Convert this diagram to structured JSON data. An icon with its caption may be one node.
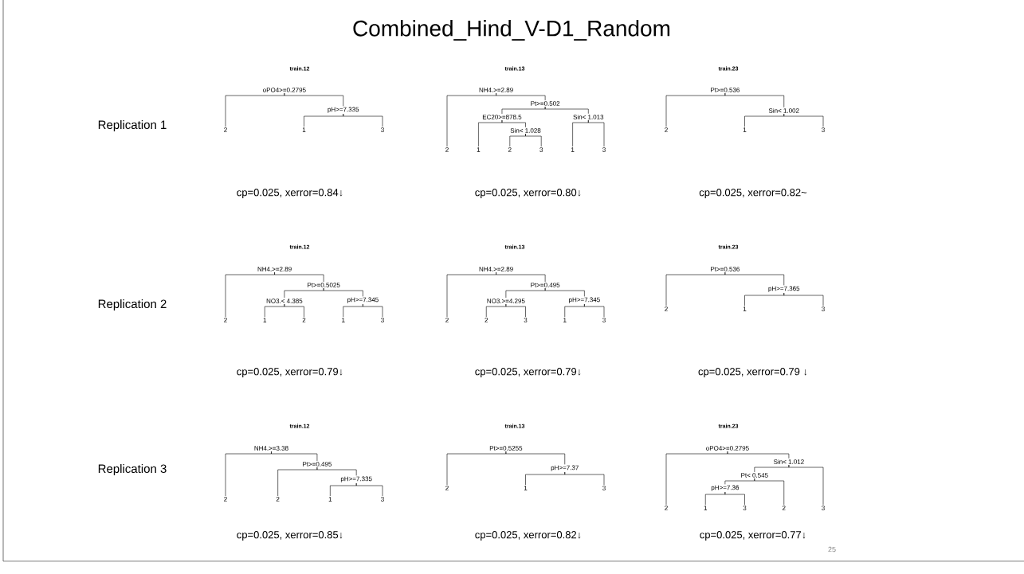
{
  "diagram": {
    "title": "Combined_Hind_V-D1_Random",
    "nodes": [
      {
        "text": [
          "oPO4>=0.2795"
        ]
      },
      {
        "text": [
          "2"
        ]
      },
      {
        "text": [
          "pH>=7.335"
        ]
      },
      {
        "text": [
          "1"
        ]
      },
      {
        "text": [
          "3"
        ]
      },
      {
        "text": [
          "NH4.>=2.89"
        ]
      },
      {
        "text": [
          "2"
        ]
      },
      {
        "text": [
          "Pt>=0.502"
        ]
      },
      {
        "text": [
          "EC20>=878.5"
        ]
      },
      {
        "text": [
          "1"
        ]
      },
      {
        "text": [
          "Sin< 1.028"
        ]
      },
      {
        "text": [
          "2"
        ]
      },
      {
        "text": [
          "3"
        ]
      },
      {
        "text": [
          "Sin< 1.013"
        ]
      },
      {
        "text": [
          "1"
        ]
      },
      {
        "text": [
          "3"
        ]
      },
      {
        "text": [
          "Pt>=0.536"
        ]
      },
      {
        "text": [
          "2"
        ]
      },
      {
        "text": [
          "Sin< 1.002"
        ]
      },
      {
        "text": [
          "1"
        ]
      },
      {
        "text": [
          "3"
        ]
      },
      {
        "text": [
          "NH4.>=2.89"
        ]
      },
      {
        "text": [
          "2"
        ]
      },
      {
        "text": [
          "Pt>=0.5025"
        ]
      },
      {
        "text": [
          "NO3.< 4.385"
        ]
      },
      {
        "text": [
          "1"
        ]
      },
      {
        "text": [
          "2"
        ]
      },
      {
        "text": [
          "pH>=7.345"
        ]
      },
      {
        "text": [
          "1"
        ]
      },
      {
        "text": [
          "3"
        ]
      },
      {
        "text": [
          "NH4.>=2.89"
        ]
      },
      {
        "text": [
          "2"
        ]
      },
      {
        "text": [
          "Pt>=0.495"
        ]
      },
      {
        "text": [
          "NO3.>=4.295"
        ]
      },
      {
        "text": [
          "2"
        ]
      },
      {
        "text": [
          "3"
        ]
      },
      {
        "text": [
          "pH>=7.345"
        ]
      },
      {
        "text": [
          "1"
        ]
      },
      {
        "text": [
          "3"
        ]
      },
      {
        "text": [
          "Pt>=0.536"
        ]
      },
      {
        "text": [
          "2"
        ]
      },
      {
        "text": [
          "pH>=7.365"
        ]
      },
      {
        "text": [
          "1"
        ]
      },
      {
        "text": [
          "3"
        ]
      },
      {
        "text": [
          "NH4.>=3.38"
        ]
      },
      {
        "text": [
          "2"
        ]
      },
      {
        "text": [
          "Pt>=0.495"
        ]
      },
      {
        "text": [
          "2"
        ]
      },
      {
        "text": [
          "pH>=7.335"
        ]
      },
      {
        "text": [
          "1"
        ]
      },
      {
        "text": [
          "3"
        ]
      },
      {
        "text": [
          "Pt>=0.5255"
        ]
      },
      {
        "text": [
          "2"
        ]
      },
      {
        "text": [
          "pH>=7.37"
        ]
      },
      {
        "text": [
          "1"
        ]
      },
      {
        "text": [
          "3"
        ]
      },
      {
        "text": [
          "oPO4>=0.2795"
        ]
      },
      {
        "text": [
          "2"
        ]
      },
      {
        "text": [
          "Sin< 1.012"
        ]
      },
      {
        "text": [
          "Pt< 0.545"
        ]
      },
      {
        "text": [
          "pH>=7.36"
        ]
      },
      {
        "text": [
          "1"
        ]
      },
      {
        "text": [
          "3"
        ]
      },
      {
        "text": [
          "2"
        ]
      },
      {
        "text": [
          "3"
        ]
      }
    ],
    "edges": [
      {
        "from": 0,
        "to": 1,
        "arrow": "none"
      },
      {
        "from": 0,
        "to": 2,
        "arrow": "none"
      },
      {
        "from": 2,
        "to": 3,
        "arrow": "none"
      },
      {
        "from": 2,
        "to": 4,
        "arrow": "none"
      },
      {
        "from": 5,
        "to": 6,
        "arrow": "none"
      },
      {
        "from": 5,
        "to": 7,
        "arrow": "none"
      },
      {
        "from": 7,
        "to": 8,
        "arrow": "none"
      },
      {
        "from": 8,
        "to": 9,
        "arrow": "none"
      },
      {
        "from": 8,
        "to": 10,
        "arrow": "none"
      },
      {
        "from": 10,
        "to": 11,
        "arrow": "none"
      },
      {
        "from": 10,
        "to": 12,
        "arrow": "none"
      },
      {
        "from": 7,
        "to": 13,
        "arrow": "none"
      },
      {
        "from": 13,
        "to": 14,
        "arrow": "none"
      },
      {
        "from": 13,
        "to": 15,
        "arrow": "none"
      },
      {
        "from": 16,
        "to": 17,
        "arrow": "none"
      },
      {
        "from": 16,
        "to": 18,
        "arrow": "none"
      },
      {
        "from": 18,
        "to": 19,
        "arrow": "none"
      },
      {
        "from": 18,
        "to": 20,
        "arrow": "none"
      },
      {
        "from": 21,
        "to": 22,
        "arrow": "none"
      },
      {
        "from": 21,
        "to": 23,
        "arrow": "none"
      },
      {
        "from": 23,
        "to": 24,
        "arrow": "none"
      },
      {
        "from": 24,
        "to": 25,
        "arrow": "none"
      },
      {
        "from": 24,
        "to": 26,
        "arrow": "none"
      },
      {
        "from": 23,
        "to": 27,
        "arrow": "none"
      },
      {
        "from": 27,
        "to": 28,
        "arrow": "none"
      },
      {
        "from": 27,
        "to": 29,
        "arrow": "none"
      },
      {
        "from": 30,
        "to": 31,
        "arrow": "none"
      },
      {
        "from": 30,
        "to": 32,
        "arrow": "none"
      },
      {
        "from": 32,
        "to": 33,
        "arrow": "none"
      },
      {
        "from": 33,
        "to": 34,
        "arrow": "none"
      },
      {
        "from": 33,
        "to": 35,
        "arrow": "none"
      },
      {
        "from": 32,
        "to": 36,
        "arrow": "none"
      },
      {
        "from": 36,
        "to": 37,
        "arrow": "none"
      },
      {
        "from": 36,
        "to": 38,
        "arrow": "none"
      },
      {
        "from": 39,
        "to": 40,
        "arrow": "none"
      },
      {
        "from": 39,
        "to": 41,
        "arrow": "none"
      },
      {
        "from": 41,
        "to": 42,
        "arrow": "none"
      },
      {
        "from": 41,
        "to": 43,
        "arrow": "none"
      },
      {
        "from": 44,
        "to": 45,
        "arrow": "none"
      },
      {
        "from": 44,
        "to": 46,
        "arrow": "none"
      },
      {
        "from": 46,
        "to": 47,
        "arrow": "none"
      },
      {
        "from": 46,
        "to": 48,
        "arrow": "none"
      },
      {
        "from": 48,
        "to": 49,
        "arrow": "none"
      },
      {
        "from": 48,
        "to": 50,
        "arrow": "none"
      },
      {
        "from": 51,
        "to": 52,
        "arrow": "none"
      },
      {
        "from": 51,
        "to": 53,
        "arrow": "none"
      },
      {
        "from": 53,
        "to": 54,
        "arrow": "none"
      },
      {
        "from": 53,
        "to": 55,
        "arrow": "none"
      },
      {
        "from": 56,
        "to": 57,
        "arrow": "none"
      },
      {
        "from": 56,
        "to": 58,
        "arrow": "none"
      },
      {
        "from": 58,
        "to": 59,
        "arrow": "none"
      },
      {
        "from": 59,
        "to": 60,
        "arrow": "none"
      },
      {
        "from": 60,
        "to": 61,
        "arrow": "none"
      },
      {
        "from": 60,
        "to": 62,
        "arrow": "none"
      },
      {
        "from": 59,
        "to": 63,
        "arrow": "none"
      },
      {
        "from": 58,
        "to": 64,
        "arrow": "none"
      }
    ],
    "labels": [
      "train.12",
      "train.13",
      "train.23",
      "Replication 1",
      "cp=0.025, xerror=0.84↓",
      "cp=0.025, xerror=0.80↓",
      "cp=0.025, xerror=0.82~",
      "train.12",
      "train.13",
      "train.23",
      "Replication 2",
      "cp=0.025, xerror=0.79↓",
      "cp=0.025, xerror=0.79↓",
      "cp=0.025, xerror=0.79 ↓",
      "train.12",
      "train.13",
      "train.23",
      "Replication 3",
      "cp=0.025, xerror=0.85↓",
      "cp=0.025, xerror=0.82↓",
      "cp=0.025, xerror=0.77↓",
      "25"
    ]
  }
}
